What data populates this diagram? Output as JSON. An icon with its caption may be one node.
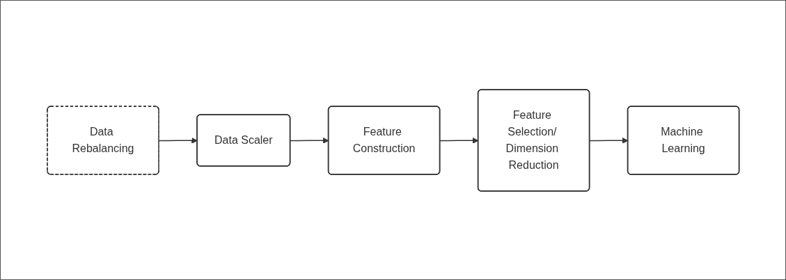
{
  "diagram": {
    "nodes": [
      {
        "text": [
          "Data Rebalancing"
        ]
      },
      {
        "text": [
          "Data Scaler"
        ]
      },
      {
        "text": [
          "Feature Construction"
        ]
      },
      {
        "text": [
          "Feature Selection/ Dimension Reduction"
        ]
      },
      {
        "text": [
          "Machine Learning"
        ]
      }
    ],
    "edges": [
      {
        "from": 0,
        "to": 1,
        "arrow": "to"
      },
      {
        "from": 1,
        "to": 2,
        "arrow": "to"
      },
      {
        "from": 2,
        "to": 3,
        "arrow": "to"
      },
      {
        "from": 3,
        "to": 4,
        "arrow": "to"
      }
    ]
  }
}
